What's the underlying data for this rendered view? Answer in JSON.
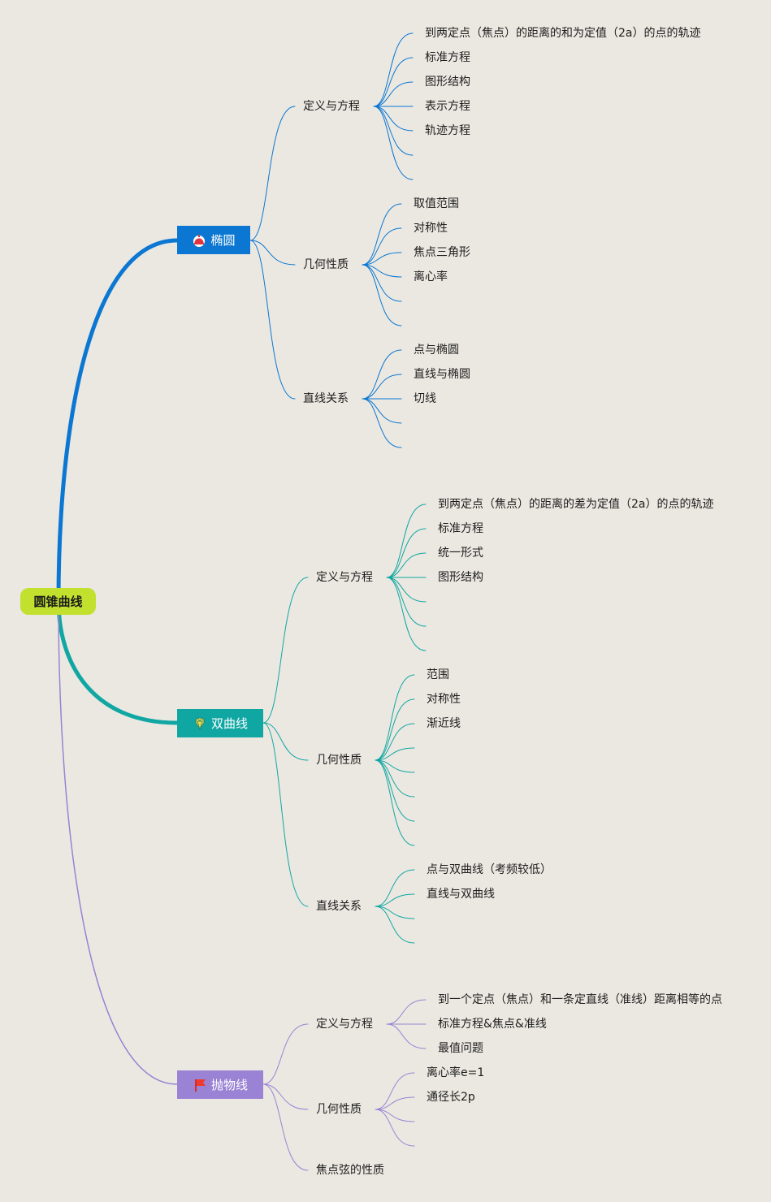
{
  "root": {
    "label": "圆锥曲线"
  },
  "colors": {
    "ellipse": "#0b77d2",
    "hyperbola": "#10a7a3",
    "parabola": "#9a82d4",
    "root": "#c2e12f"
  },
  "branches": [
    {
      "label": "椭圆",
      "icon": "dome-icon",
      "children": [
        {
          "label": "定义与方程",
          "items": [
            "到两定点（焦点）的距离的和为定值（2a）的点的轨迹",
            "标准方程",
            "图形结构",
            "表示方程",
            "轨迹方程",
            "",
            ""
          ]
        },
        {
          "label": "几何性质",
          "items": [
            "取值范围",
            "对称性",
            "焦点三角形",
            "离心率",
            "",
            ""
          ]
        },
        {
          "label": "直线关系",
          "items": [
            "点与椭圆",
            "直线与椭圆",
            "切线",
            "",
            ""
          ]
        }
      ]
    },
    {
      "label": "双曲线",
      "icon": "diamond-icon",
      "children": [
        {
          "label": "定义与方程",
          "items": [
            "到两定点（焦点）的距离的差为定值（2a）的点的轨迹",
            "标准方程",
            "统一形式",
            "图形结构",
            "",
            "",
            ""
          ]
        },
        {
          "label": "几何性质",
          "items": [
            "范围",
            "对称性",
            "渐近线",
            "",
            "",
            "",
            "",
            ""
          ]
        },
        {
          "label": "直线关系",
          "items": [
            "点与双曲线（考频较低）",
            "直线与双曲线",
            "",
            ""
          ]
        }
      ]
    },
    {
      "label": "抛物线",
      "icon": "flag-icon",
      "children": [
        {
          "label": "定义与方程",
          "items": [
            "到一个定点（焦点）和一条定直线（准线）距离相等的点",
            "标准方程&焦点&准线",
            "最值问题"
          ]
        },
        {
          "label": "几何性质",
          "items": [
            "离心率e=1",
            "通径长2p",
            "",
            ""
          ]
        },
        {
          "label": "焦点弦的性质",
          "items": []
        }
      ]
    }
  ]
}
